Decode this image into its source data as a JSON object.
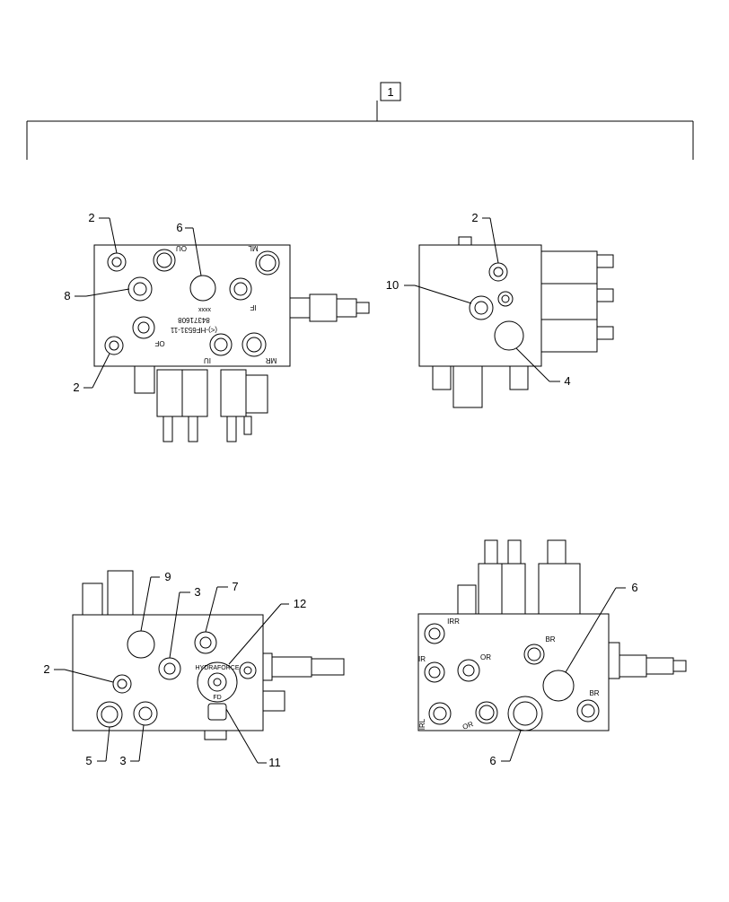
{
  "assembly": {
    "item_number": "1"
  },
  "views": [
    {
      "id": "top-left",
      "callouts": [
        "2",
        "6",
        "8",
        "2"
      ],
      "port_marks": [
        "OU",
        "ML",
        "IF",
        "OF",
        "IU",
        "MR"
      ],
      "body_text": [
        "(<)-HF6531-11",
        "84371608",
        "xxxx"
      ]
    },
    {
      "id": "top-right",
      "callouts": [
        "2",
        "10",
        "4"
      ]
    },
    {
      "id": "bottom-left",
      "callouts": [
        "9",
        "3",
        "7",
        "12",
        "2",
        "5",
        "3",
        "11"
      ],
      "body_text": [
        "HYDRAFORCE",
        "FD"
      ]
    },
    {
      "id": "bottom-right",
      "callouts": [
        "6",
        "6"
      ],
      "port_marks": [
        "IRR",
        "IR",
        "OR",
        "BR",
        "IRL",
        "OR",
        "BR"
      ]
    }
  ]
}
